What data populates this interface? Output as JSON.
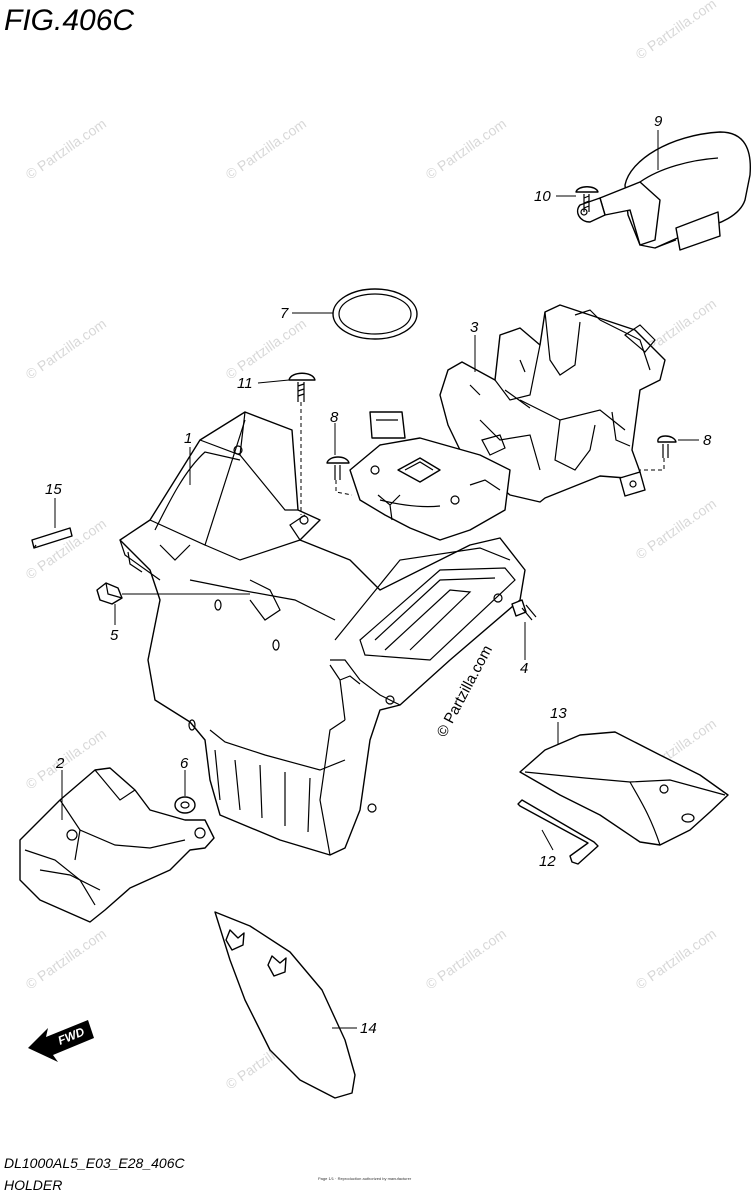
{
  "figure": {
    "title": "FIG.406C",
    "footer_code": "DL1000AL5_E03_E28_406C",
    "footer_name": "HOLDER",
    "fine_print": "Page 1/1 · Reproduction authorized by manufacturer"
  },
  "watermark": {
    "text": "© Partzilla.com",
    "main_text": "© Partzilla.com"
  },
  "fwd_label": "FWD",
  "callouts": [
    {
      "id": "1",
      "label": "1"
    },
    {
      "id": "2",
      "label": "2"
    },
    {
      "id": "3",
      "label": "3"
    },
    {
      "id": "4",
      "label": "4"
    },
    {
      "id": "5",
      "label": "5"
    },
    {
      "id": "6",
      "label": "6"
    },
    {
      "id": "7",
      "label": "7"
    },
    {
      "id": "8a",
      "label": "8"
    },
    {
      "id": "8b",
      "label": "8"
    },
    {
      "id": "9",
      "label": "9"
    },
    {
      "id": "10",
      "label": "10"
    },
    {
      "id": "11",
      "label": "11"
    },
    {
      "id": "12",
      "label": "12"
    },
    {
      "id": "13",
      "label": "13"
    },
    {
      "id": "14",
      "label": "14"
    },
    {
      "id": "15",
      "label": "15"
    }
  ]
}
